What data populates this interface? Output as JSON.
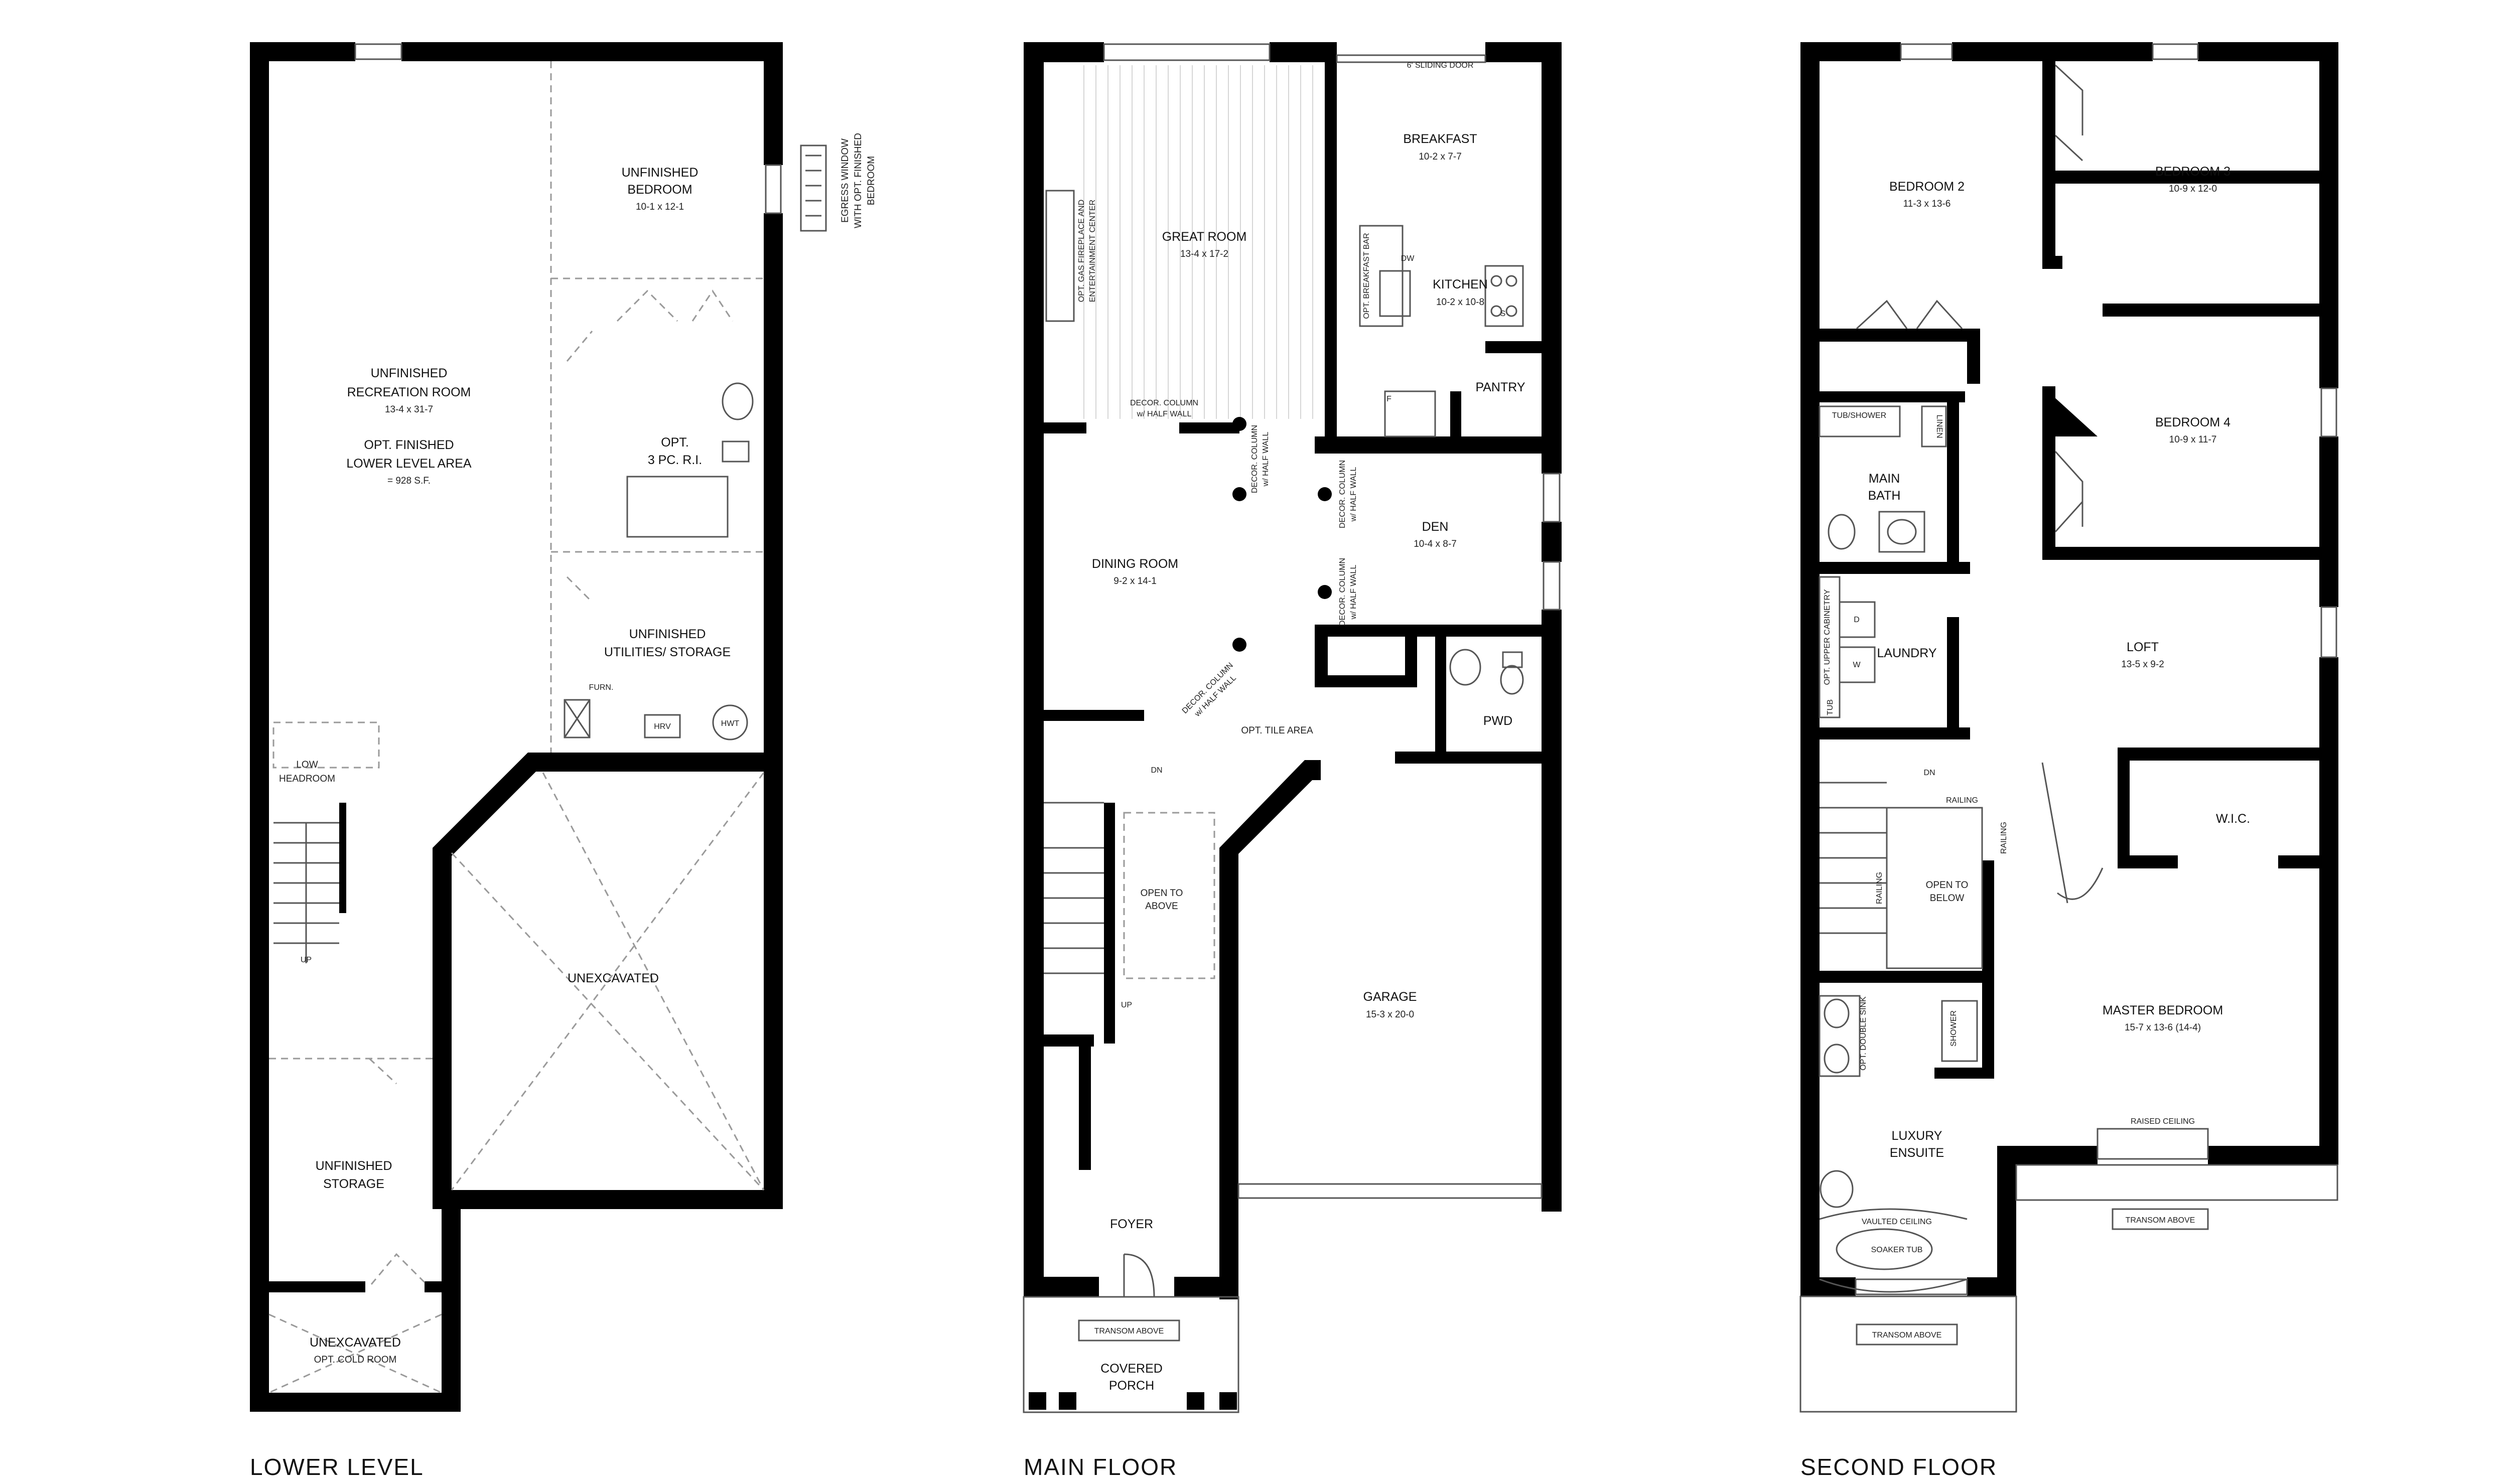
{
  "floors": {
    "lower": {
      "title": "LOWER LEVEL",
      "bedroom": {
        "name1": "UNFINISHED",
        "name2": "BEDROOM",
        "dim": "10-1 x 12-1"
      },
      "egress": {
        "line1": "EGRESS WINDOW",
        "line2": "WITH OPT. FINISHED",
        "line3": "BEDROOM"
      },
      "recreation": {
        "name1": "UNFINISHED",
        "name2": "RECREATION ROOM",
        "dim": "13-4 x 31-7",
        "opt1": "OPT. FINISHED",
        "opt2": "LOWER LEVEL AREA",
        "area": "= 928 S.F."
      },
      "bath_ri": {
        "name1": "OPT.",
        "name2": "3 PC. R.I."
      },
      "utilities": {
        "name1": "UNFINISHED",
        "name2": "UTILITIES/ STORAGE"
      },
      "furn": "FURN.",
      "hrv": "HRV",
      "hwt": "HWT",
      "low_headroom": {
        "line1": "LOW",
        "line2": "HEADROOM"
      },
      "up": "UP",
      "unexcavated": "UNEXCAVATED",
      "storage": {
        "name1": "UNFINISHED",
        "name2": "STORAGE"
      },
      "cold_room": {
        "name1": "UNEXCAVATED",
        "name2": "OPT. COLD ROOM"
      }
    },
    "main": {
      "title": "MAIN FLOOR",
      "sliding_door": "6' SLIDING DOOR",
      "breakfast": {
        "name": "BREAKFAST",
        "dim": "10-2 x 7-7"
      },
      "great_room": {
        "name": "GREAT ROOM",
        "dim": "13-4 x 17-2"
      },
      "fireplace": {
        "line1": "OPT. GAS FIREPLACE AND",
        "line2": "ENTERTAINMENT CENTER"
      },
      "breakfast_bar": "OPT. BREAKFAST BAR",
      "dw": "DW",
      "kitchen": {
        "name": "KITCHEN",
        "dim": "10-2 x 10-8"
      },
      "s": "S",
      "f": "F",
      "pantry": "PANTRY",
      "decor_col_1": {
        "line1": "DECOR. COLUMN",
        "line2": "w/ HALF WALL"
      },
      "decor_col_2": {
        "line1": "DECOR. COLUMN",
        "line2": "w/ HALF WALL"
      },
      "decor_col_3": {
        "line1": "DECOR. COLUMN",
        "line2": "w/ HALF WALL"
      },
      "decor_col_4": {
        "line1": "DECOR. COLUMN",
        "line2": "w/ HALF WALL"
      },
      "decor_col_5": {
        "line1": "DECOR. COLUMN",
        "line2": "w/ HALF WALL"
      },
      "den": {
        "name": "DEN",
        "dim": "10-4 x 8-7"
      },
      "dining": {
        "name": "DINING ROOM",
        "dim": "9-2 x 14-1"
      },
      "pwd": "PWD",
      "tile_area": "OPT. TILE AREA",
      "dn": "DN",
      "open_to_above": {
        "line1": "OPEN TO",
        "line2": "ABOVE"
      },
      "up": "UP",
      "garage": {
        "name": "GARAGE",
        "dim": "15-3 x 20-0"
      },
      "foyer": "FOYER",
      "transom": "TRANSOM ABOVE",
      "porch": {
        "name1": "COVERED",
        "name2": "PORCH"
      }
    },
    "second": {
      "title": "SECOND FLOOR",
      "bedroom2": {
        "name": "BEDROOM 2",
        "dim": "11-3 x 13-6"
      },
      "bedroom3": {
        "name": "BEDROOM 3",
        "dim": "10-9 x 12-0"
      },
      "bedroom4": {
        "name": "BEDROOM  4",
        "dim": "10-9 x 11-7"
      },
      "tub_shower": "TUB/SHOWER",
      "linen": "LINEN",
      "main_bath": {
        "name1": "MAIN",
        "name2": "BATH"
      },
      "laundry": "LAUNDRY",
      "upper_cab": "OPT. UPPER CABINETRY",
      "d": "D",
      "w": "W",
      "tub": "TUB",
      "loft": {
        "name": "LOFT",
        "dim": "13-5 x 9-2"
      },
      "dn": "DN",
      "railing_top": "RAILING",
      "railing_right": "RAILING",
      "railing_left": "RAILING",
      "open_to_below": {
        "line1": "OPEN TO",
        "line2": "BELOW"
      },
      "wic": "W.I.C.",
      "master": {
        "name": "MASTER BEDROOM",
        "dim": "15-7 x 13-6 (14-4)"
      },
      "shower": "SHOWER",
      "double_sink": "OPT. DOUBLE SINK",
      "ensuite": {
        "name1": "LUXURY",
        "name2": "ENSUITE"
      },
      "raised_ceiling": "RAISED CEILING",
      "vaulted_ceiling": "VAULTED CEILING",
      "soaker_tub": "SOAKER TUB",
      "transom_master": "TRANSOM ABOVE",
      "transom_ensuite": "TRANSOM ABOVE"
    }
  }
}
